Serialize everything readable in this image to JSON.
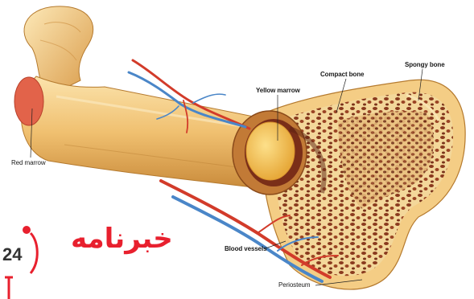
{
  "labels": {
    "red_marrow": "Red marrow",
    "yellow_marrow": "Yellow marrow",
    "compact_bone": "Compact bone",
    "spongy_bone": "Spongy bone",
    "blood_vessels": "Blood vessels",
    "periosteum": "Periosteum"
  },
  "logo": {
    "number": "24",
    "text": "خبرنامه"
  },
  "colors": {
    "bone_light": "#f4cd85",
    "bone_dark": "#c98a3a",
    "marrow_red": "#e2634a",
    "spongy_fill": "#8a3a1e",
    "artery": "#d23b2a",
    "vein": "#4a86c8",
    "logo_red": "#e8202e"
  }
}
